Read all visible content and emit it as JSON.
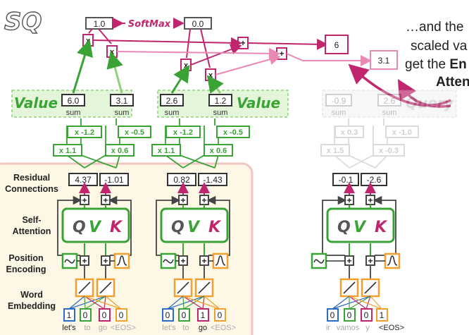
{
  "logo": "SQ",
  "softmax": {
    "label": "SoftMax",
    "left": "1.0",
    "right": "0.0"
  },
  "outputs": {
    "first": "6",
    "second": "3.1"
  },
  "caption": {
    "line1": "…and the",
    "line2": "scaled va",
    "line3_pre": "get the ",
    "line3_bold": "En",
    "line4_bold": "Atten"
  },
  "value_block_1": {
    "title": "Value",
    "v1": "6.0",
    "v2": "3.1",
    "sum_label": "sum",
    "w_top": [
      "x -1.2",
      "x -0.5"
    ],
    "w_bottom": [
      "x 1.1",
      "x 0.6"
    ]
  },
  "value_block_2": {
    "title": "Value",
    "v1": "2.6",
    "v2": "1.2",
    "sum_label": "sum",
    "w_top": [
      "x -1.2",
      "x -0.5"
    ],
    "w_bottom": [
      "x 1.1",
      "x 0.6"
    ]
  },
  "query_block": {
    "title": "Query",
    "v1": "-0.9",
    "v2": "2.6",
    "sum_label": "sum",
    "w_top": [
      "x 0.3",
      "x -1.0"
    ],
    "w_bottom": [
      "x 1.5",
      "x -0.3"
    ]
  },
  "row_labels": {
    "residual": [
      "Residual",
      "Connections"
    ],
    "self_attention": [
      "Self-",
      "Attention"
    ],
    "position": [
      "Position",
      "Encoding"
    ],
    "word": [
      "Word",
      "Embedding"
    ]
  },
  "residual_values": {
    "enc1": [
      "4.37",
      "-1.01"
    ],
    "enc2": [
      "0.82",
      "-1.43"
    ],
    "dec": [
      "-0.1",
      "-2.6"
    ]
  },
  "plus_sign": "+",
  "multiply_sign": "x",
  "attention_letters": [
    "Q",
    "V",
    "K"
  ],
  "one_hot": {
    "enc1": [
      "1",
      "0",
      "0",
      "0"
    ],
    "enc2": [
      "0",
      "0",
      "1",
      "0"
    ],
    "dec": [
      "0",
      "0",
      "0",
      "1"
    ]
  },
  "tokens": {
    "enc1": [
      "let's",
      "to",
      "go",
      "<EOS>"
    ],
    "enc2": [
      "let's",
      "to",
      "go",
      "<EOS>"
    ],
    "dec": [
      "ir",
      "vamos",
      "y",
      "<EOS>"
    ]
  },
  "colors": {
    "green": "#3aa335",
    "pink": "#c0266d",
    "orange": "#f0a030",
    "blue": "#2b6cc4",
    "panel": "#fdf8e6",
    "panel_border": "#f2c4c4",
    "value_bg": "#e4f6da"
  }
}
